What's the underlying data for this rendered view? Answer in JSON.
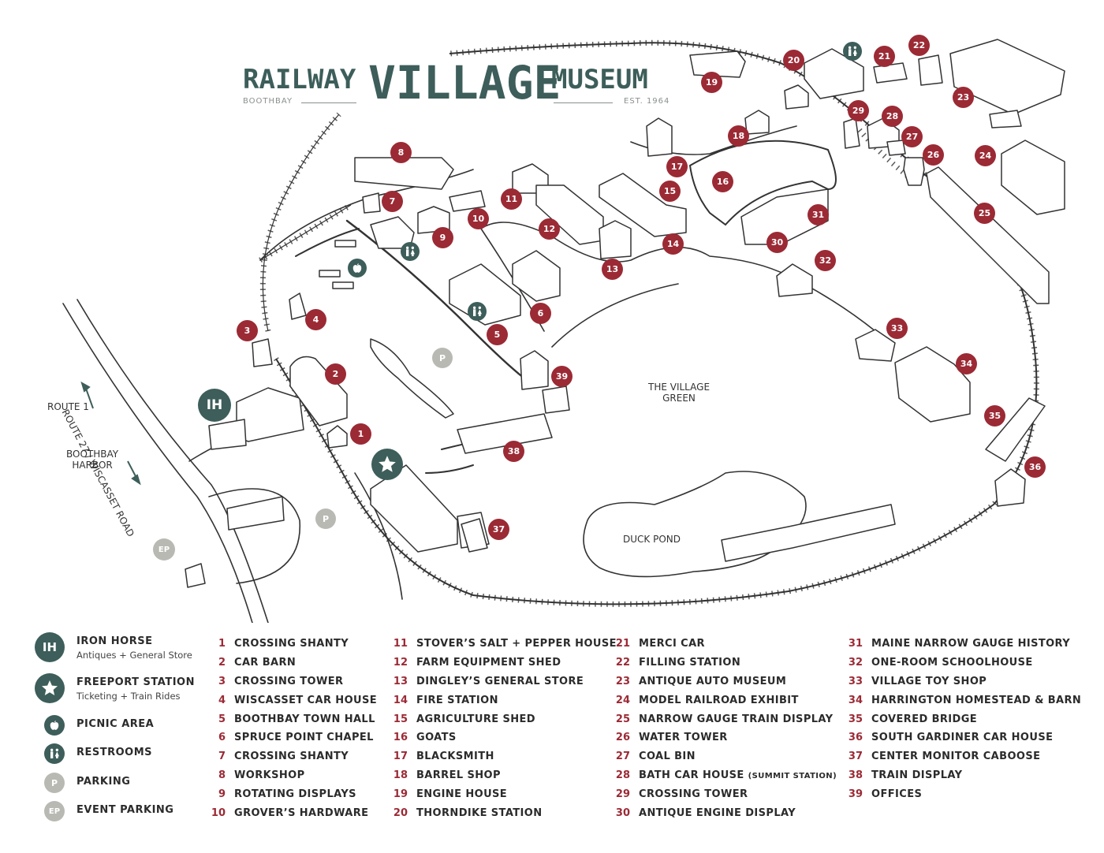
{
  "header": {
    "title_left": "RAILWAY",
    "title_center": "VILLAGE",
    "title_right": "MUSEUM",
    "sub_left": "BOOTHBAY",
    "sub_right": "EST. 1964"
  },
  "map_labels": {
    "route_road": "ROUTE 27 / WISCASSET ROAD",
    "route_1": "ROUTE 1",
    "boothbay_harbor": "BOOTHBAY\nHARBOR",
    "village_green": "THE VILLAGE\nGREEN",
    "duck_pond": "DUCK POND"
  },
  "symbols": {
    "iron_horse": "IH",
    "parking": "P",
    "event_parking": "EP"
  },
  "markers": [
    "1",
    "2",
    "3",
    "4",
    "5",
    "6",
    "7",
    "8",
    "9",
    "10",
    "11",
    "12",
    "13",
    "14",
    "15",
    "16",
    "17",
    "18",
    "19",
    "20",
    "21",
    "22",
    "23",
    "24",
    "25",
    "26",
    "27",
    "28",
    "29",
    "30",
    "31",
    "32",
    "33",
    "34",
    "35",
    "36",
    "37",
    "38",
    "39"
  ],
  "legend_key": [
    {
      "icon": "IH",
      "title": "IRON HORSE",
      "subtitle": "Antiques + General Store"
    },
    {
      "icon": "star",
      "title": "FREEPORT STATION",
      "subtitle": "Ticketing + Train Rides"
    },
    {
      "icon": "apple",
      "title": "PICNIC AREA",
      "subtitle": ""
    },
    {
      "icon": "restroom",
      "title": "RESTROOMS",
      "subtitle": ""
    },
    {
      "icon": "P",
      "title": "PARKING",
      "subtitle": ""
    },
    {
      "icon": "EP",
      "title": "EVENT PARKING",
      "subtitle": ""
    }
  ],
  "legend_items": [
    {
      "n": "1",
      "name": "CROSSING SHANTY"
    },
    {
      "n": "2",
      "name": "CAR BARN"
    },
    {
      "n": "3",
      "name": "CROSSING TOWER"
    },
    {
      "n": "4",
      "name": "WISCASSET CAR HOUSE"
    },
    {
      "n": "5",
      "name": "BOOTHBAY TOWN HALL"
    },
    {
      "n": "6",
      "name": "SPRUCE POINT CHAPEL"
    },
    {
      "n": "7",
      "name": "CROSSING SHANTY"
    },
    {
      "n": "8",
      "name": "WORKSHOP"
    },
    {
      "n": "9",
      "name": "ROTATING DISPLAYS"
    },
    {
      "n": "10",
      "name": "GROVER’S HARDWARE"
    },
    {
      "n": "11",
      "name": "STOVER’S SALT + PEPPER HOUSE"
    },
    {
      "n": "12",
      "name": "FARM EQUIPMENT SHED"
    },
    {
      "n": "13",
      "name": "DINGLEY’S GENERAL STORE"
    },
    {
      "n": "14",
      "name": "FIRE STATION"
    },
    {
      "n": "15",
      "name": "AGRICULTURE SHED"
    },
    {
      "n": "16",
      "name": "GOATS"
    },
    {
      "n": "17",
      "name": "BLACKSMITH"
    },
    {
      "n": "18",
      "name": "BARREL SHOP"
    },
    {
      "n": "19",
      "name": "ENGINE HOUSE"
    },
    {
      "n": "20",
      "name": "THORNDIKE STATION"
    },
    {
      "n": "21",
      "name": "MERCI CAR"
    },
    {
      "n": "22",
      "name": "FILLING STATION"
    },
    {
      "n": "23",
      "name": "ANTIQUE AUTO MUSEUM"
    },
    {
      "n": "24",
      "name": "MODEL RAILROAD EXHIBIT"
    },
    {
      "n": "25",
      "name": "NARROW GAUGE TRAIN DISPLAY"
    },
    {
      "n": "26",
      "name": "WATER TOWER"
    },
    {
      "n": "27",
      "name": "COAL BIN"
    },
    {
      "n": "28",
      "name": "BATH CAR HOUSE",
      "note": "(SUMMIT STATION)"
    },
    {
      "n": "29",
      "name": "CROSSING TOWER"
    },
    {
      "n": "30",
      "name": "ANTIQUE ENGINE DISPLAY"
    },
    {
      "n": "31",
      "name": "MAINE NARROW GAUGE HISTORY"
    },
    {
      "n": "32",
      "name": "ONE-ROOM SCHOOLHOUSE"
    },
    {
      "n": "33",
      "name": "VILLAGE TOY SHOP"
    },
    {
      "n": "34",
      "name": "HARRINGTON HOMESTEAD & BARN"
    },
    {
      "n": "35",
      "name": "COVERED BRIDGE"
    },
    {
      "n": "36",
      "name": "SOUTH GARDINER CAR HOUSE"
    },
    {
      "n": "37",
      "name": "CENTER MONITOR CABOOSE"
    },
    {
      "n": "38",
      "name": "TRAIN DISPLAY"
    },
    {
      "n": "39",
      "name": "OFFICES"
    }
  ],
  "colors": {
    "marker_red": "#9b2a35",
    "brand_teal": "#3d5e5a",
    "parking_gray": "#b9b9b4"
  }
}
